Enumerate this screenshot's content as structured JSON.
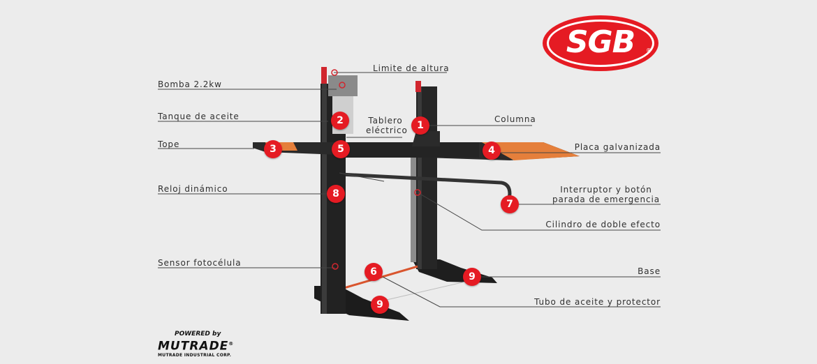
{
  "brand": {
    "logo_text": "SGB",
    "registered": "®",
    "color": "#e51b23"
  },
  "footer": {
    "powered": "POWERED by",
    "name": "MUTRADE",
    "registered": "®",
    "corp": "MUTRADE INDUSTRIAL CORP."
  },
  "labels": {
    "limite": "Limite de altura",
    "bomba": "Bomba 2.2kw",
    "tanque": "Tanque de aceite",
    "tablero_1": "Tablero",
    "tablero_2": "eléctrico",
    "columna": "Columna",
    "tope": "Tope",
    "placa": "Placa galvanizada",
    "reloj": "Reloj dinámico",
    "interruptor_1": "Interruptor y botón",
    "interruptor_2": "parada de emergencia",
    "cilindro": "Cilindro de doble efecto",
    "sensor": "Sensor fotocélula",
    "base": "Base",
    "tubo": "Tubo de aceite y protector"
  },
  "badges": {
    "b1": "1",
    "b2": "2",
    "b3": "3",
    "b4": "4",
    "b5": "5",
    "b6": "6",
    "b7": "7",
    "b8": "8",
    "b9a": "9",
    "b9b": "9"
  }
}
